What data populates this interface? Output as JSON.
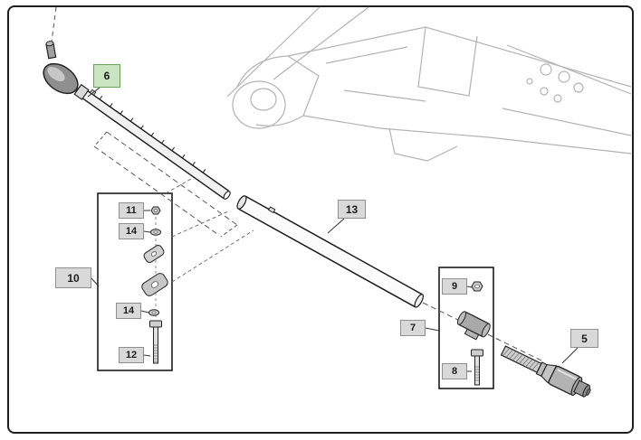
{
  "diagram": {
    "callouts": {
      "c5": {
        "label": "5"
      },
      "c6": {
        "label": "6",
        "highlighted": true
      },
      "c7": {
        "label": "7"
      },
      "c8": {
        "label": "8"
      },
      "c9": {
        "label": "9"
      },
      "c10": {
        "label": "10"
      },
      "c11": {
        "label": "11"
      },
      "c12": {
        "label": "12"
      },
      "c13": {
        "label": "13"
      },
      "c14a": {
        "label": "14"
      },
      "c14b": {
        "label": "14"
      }
    },
    "colors": {
      "highlight_fill": "#cbe4c2",
      "highlight_border": "#6ba05e",
      "callout_fill": "#d9d9d9",
      "callout_border": "#8f8f8f"
    }
  }
}
